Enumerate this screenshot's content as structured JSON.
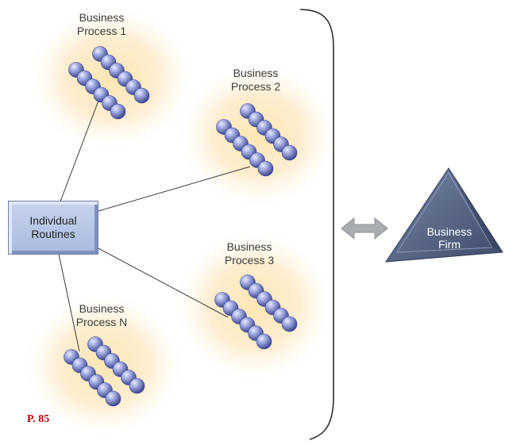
{
  "routines": {
    "line1": "Individual",
    "line2": "Routines"
  },
  "processes": [
    {
      "line1": "Business",
      "line2": "Process 1"
    },
    {
      "line1": "Business",
      "line2": "Process 2"
    },
    {
      "line1": "Business",
      "line2": "Process 3"
    },
    {
      "line1": "Business",
      "line2": "Process N"
    }
  ],
  "firm": {
    "line1": "Business",
    "line2": "Firm"
  },
  "page_ref": "P. 85",
  "icons": {
    "arrow": "double-arrow-icon",
    "firm_shape": "pyramid-icon",
    "bracket": "right-brace-icon"
  },
  "colors": {
    "glow": "#fde7b5",
    "bead": "#8f99d6",
    "bead_dark": "#3f4aa0",
    "box": "#b3c3e5",
    "pyramid": "#4f5f82",
    "arrow": "#a7aaae"
  }
}
